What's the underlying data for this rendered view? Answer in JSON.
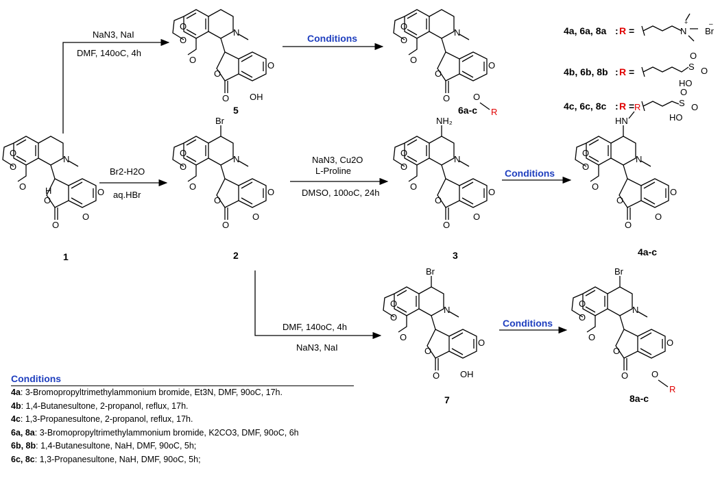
{
  "compounds": {
    "c1": "1",
    "c2": "2",
    "c3": "3",
    "c4": "4a-c",
    "c5": "5",
    "c6": "6a-c",
    "c7": "7",
    "c8": "8a-c"
  },
  "reagents": {
    "top_above": "NaN3, NaI",
    "top_below": "DMF, 140oC, 4h",
    "brom_above": "Br2-H2O",
    "brom_below": "aq.HBr",
    "amin_1": "NaN3, Cu2O",
    "amin_2": "L-Proline",
    "amin_3": "DMSO, 100oC, 24h",
    "low_above": "DMF, 140oC, 4h",
    "low_below": "NaN3, NaI",
    "conditions": "Conditions"
  },
  "r_groups": {
    "r1_label": "4a, 6a, 8a",
    "r2_label": "4b, 6b, 8b",
    "r3_label": "4c, 6c, 8c",
    "r": "R",
    "eq": "="
  },
  "legend": {
    "title": "Conditions",
    "rows": [
      {
        "key": "4a",
        "text": ": 3-Bromopropyltrimethylammonium bromide, Et3N, DMF, 90oC, 17h."
      },
      {
        "key": "4b",
        "text": ": 1,4-Butanesultone, 2-propanol, reflux, 17h."
      },
      {
        "key": "4c",
        "text": ": 1,3-Propanesultone, 2-propanol, reflux, 17h."
      },
      {
        "key": "6a, 8a",
        "text": ": 3-Bromopropyltrimethylammonium bromide, K2CO3, DMF, 90oC, 6h"
      },
      {
        "key": "6b, 8b",
        "text": ": 1,4-Butanesultone, NaH, DMF, 90oC, 5h;"
      },
      {
        "key": "6c, 8c",
        "text": ": 1,3-Propanesultone, NaH, DMF, 90oC, 5h;"
      }
    ]
  },
  "colors": {
    "conditions": "#1f3fbf",
    "r_group": "#e00000"
  }
}
